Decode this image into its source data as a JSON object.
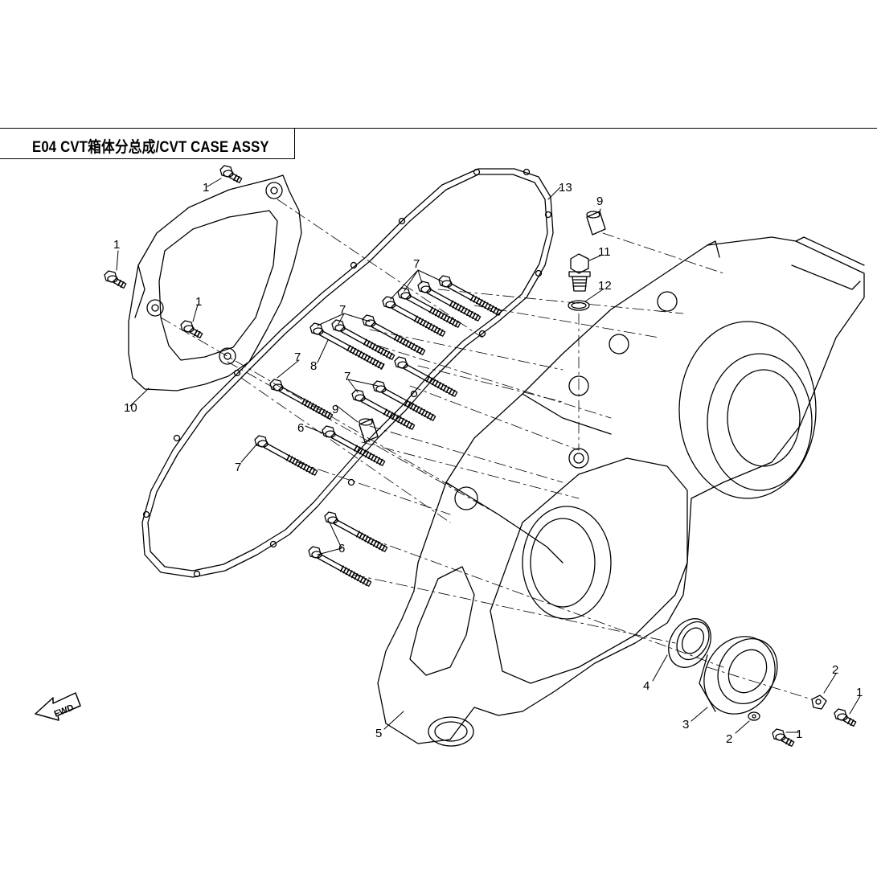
{
  "header": {
    "title": "E04 CVT箱体分总成/CVT CASE ASSY"
  },
  "callouts": {
    "c1a": "1",
    "c1b": "1",
    "c1c": "1",
    "c1d": "1",
    "c1e": "1",
    "c2a": "2",
    "c2b": "2",
    "c3": "3",
    "c4": "4",
    "c5": "5",
    "c6a": "6",
    "c6b": "6",
    "c7a": "7",
    "c7b": "7",
    "c7c": "7",
    "c7d": "7",
    "c7e": "7",
    "c8": "8",
    "c9a": "9",
    "c9b": "9",
    "c10": "10",
    "c11": "11",
    "c12": "12",
    "c13": "13"
  },
  "direction_arrow": {
    "label": "FWD"
  }
}
